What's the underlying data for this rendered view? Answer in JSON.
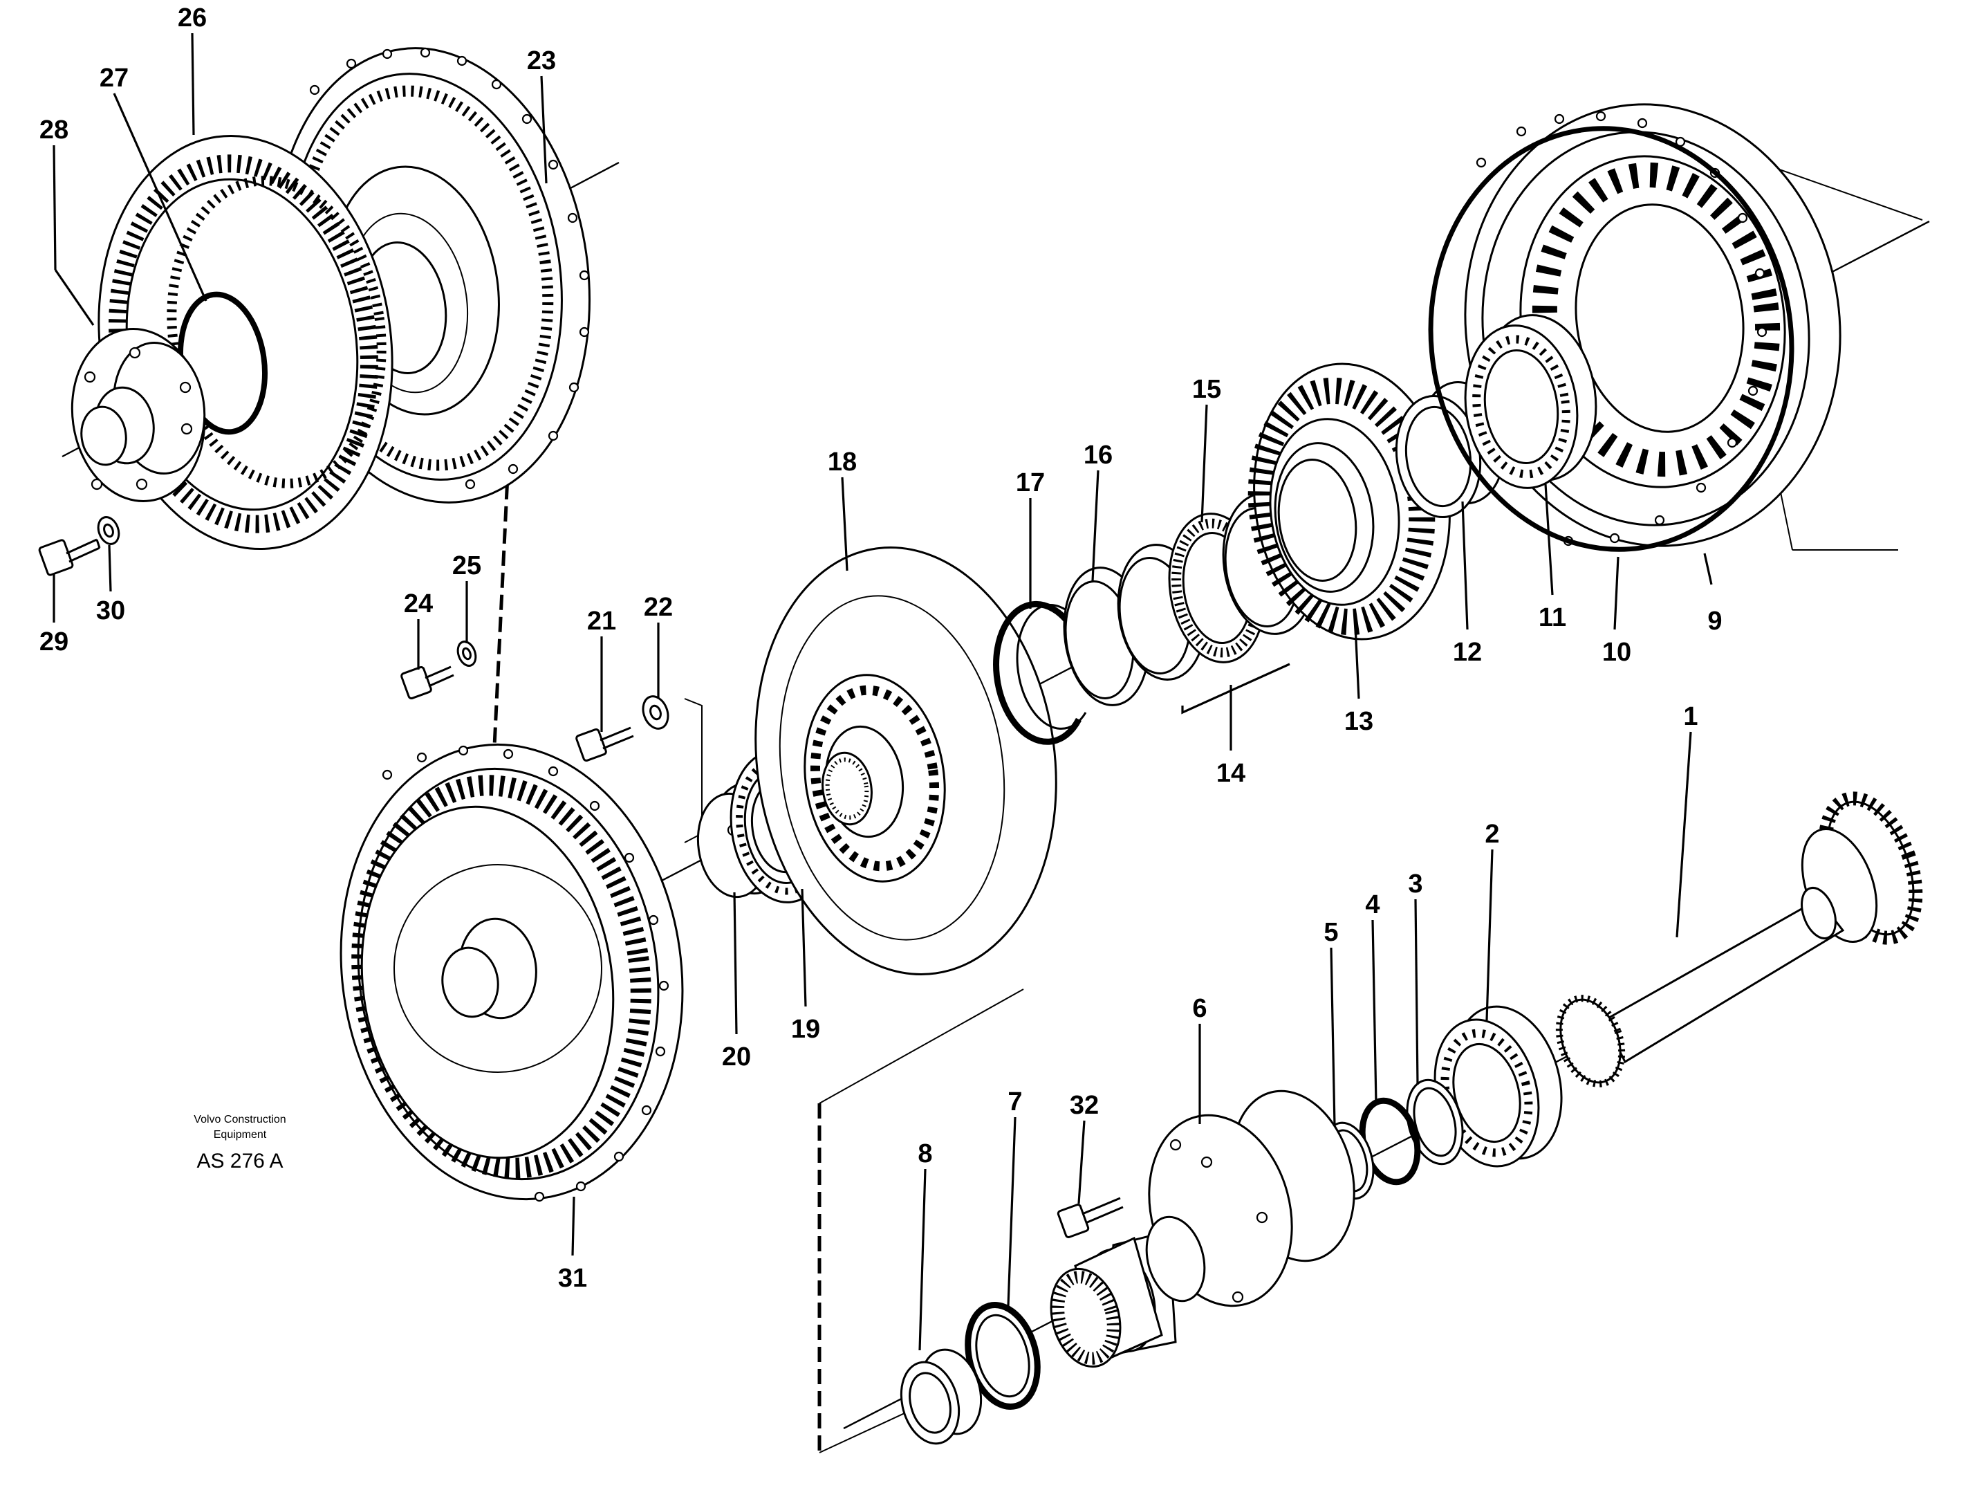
{
  "drawing": {
    "publisher_line1": "Volvo Construction",
    "publisher_line2": "Equipment",
    "reference": "AS 276 A"
  },
  "callouts": {
    "p1": "1",
    "p2": "2",
    "p3": "3",
    "p4": "4",
    "p5": "5",
    "p6": "6",
    "p7": "7",
    "p8": "8",
    "p9": "9",
    "p10": "10",
    "p11": "11",
    "p12": "12",
    "p13": "13",
    "p14": "14",
    "p15": "15",
    "p16": "16",
    "p17": "17",
    "p18": "18",
    "p19": "19",
    "p20": "20",
    "p21": "21",
    "p22": "22",
    "p23": "23",
    "p24": "24",
    "p25": "25",
    "p26": "26",
    "p27": "27",
    "p28": "28",
    "p29": "29",
    "p30": "30",
    "p31": "31",
    "p32": "32"
  }
}
